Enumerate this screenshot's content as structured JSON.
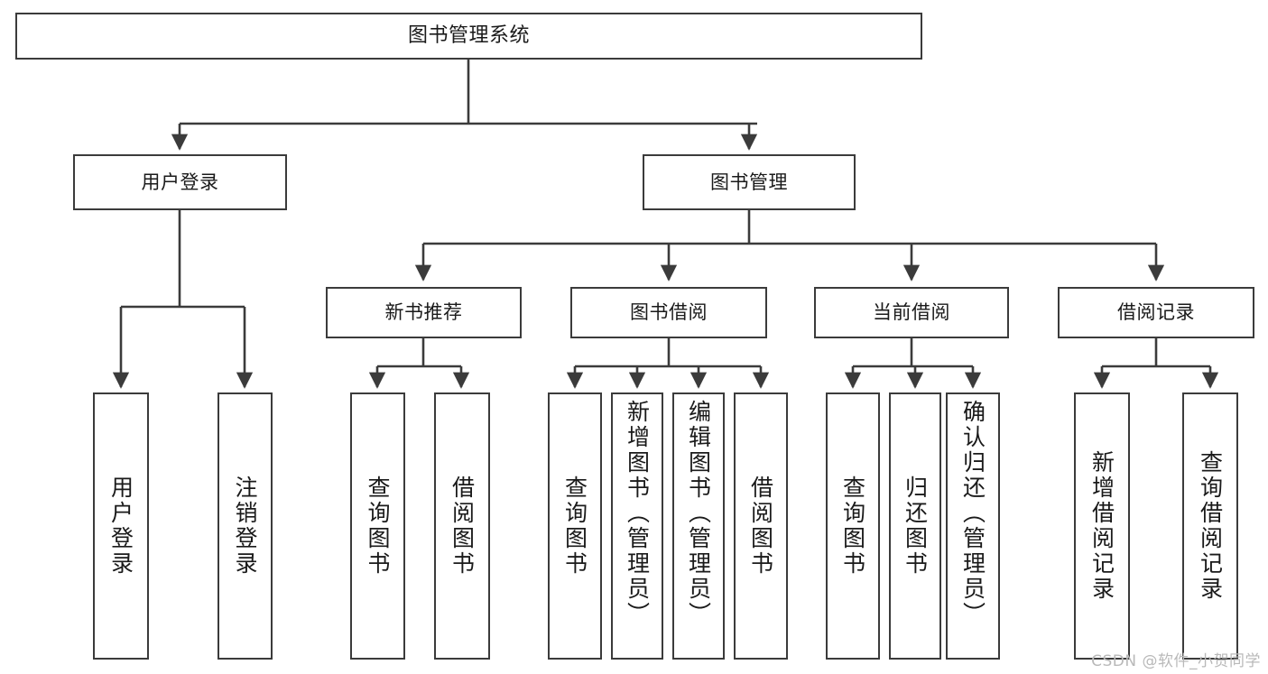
{
  "diagram": {
    "type": "tree",
    "title": "图书管理系统",
    "colors": {
      "stroke": "#3b3b3b",
      "fill": "#ffffff",
      "text": "#1a1a1a",
      "watermark": "#b9b9b9"
    },
    "root": {
      "label": "图书管理系统"
    },
    "level2": [
      {
        "label": "用户登录"
      },
      {
        "label": "图书管理"
      }
    ],
    "level3": [
      {
        "label": "新书推荐"
      },
      {
        "label": "图书借阅"
      },
      {
        "label": "当前借阅"
      },
      {
        "label": "借阅记录"
      }
    ],
    "leaves": {
      "user_login": [
        {
          "label": "用户登录"
        },
        {
          "label": "注销登录"
        }
      ],
      "new_book": [
        {
          "label": "查询图书"
        },
        {
          "label": "借阅图书"
        }
      ],
      "book_borrow": [
        {
          "label": "查询图书"
        },
        {
          "label": "新增图书（管理员）"
        },
        {
          "label": "编辑图书（管理员）"
        },
        {
          "label": "借阅图书"
        }
      ],
      "current_borrow": [
        {
          "label": "查询图书"
        },
        {
          "label": "归还图书"
        },
        {
          "label": "确认归还（管理员）"
        }
      ],
      "borrow_record": [
        {
          "label": "新增借阅记录"
        },
        {
          "label": "查询借阅记录"
        }
      ]
    }
  },
  "watermark": {
    "text": "CSDN @软件_小贺同学"
  }
}
